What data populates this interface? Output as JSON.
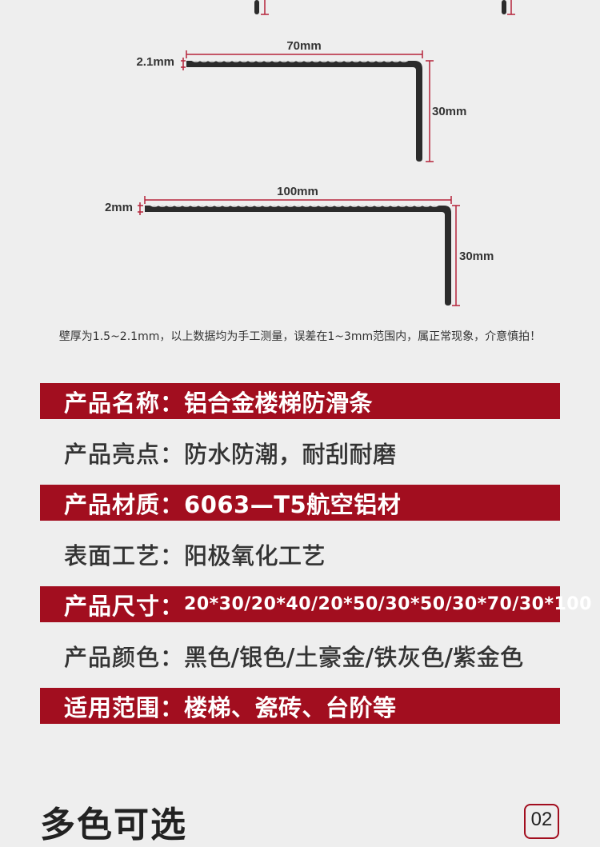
{
  "profiles": [
    {
      "thickness": "2.1mm",
      "width": "70mm",
      "height": "30mm"
    },
    {
      "thickness": "2mm",
      "width": "100mm",
      "height": "30mm"
    }
  ],
  "note": "壁厚为1.5~2.1mm，以上数据均为手工测量，误差在1~3mm范围内，属正常现象，介意慎拍！",
  "specs": [
    {
      "label": "产品名称：",
      "value": "铝合金楼梯防滑条"
    },
    {
      "label": "产品亮点：",
      "value": "防水防潮，耐刮耐磨"
    },
    {
      "label": "产品材质：",
      "value": "6063—T5航空铝材"
    },
    {
      "label": "表面工艺：",
      "value": "阳极氧化工艺"
    },
    {
      "label": "产品尺寸：",
      "value": "20*30/20*40/20*50/30*50/30*70/30*100"
    },
    {
      "label": "产品颜色：",
      "value": "黑色/银色/土豪金/铁灰色/紫金色"
    },
    {
      "label": "适用范围：",
      "value": "楼梯、瓷砖、台阶等"
    }
  ],
  "section": {
    "title": "多色可选",
    "badge": "02"
  },
  "colors": {
    "accent": "#a20e1f",
    "profile": "#2b2b2b",
    "dimension": "#b5243a"
  }
}
